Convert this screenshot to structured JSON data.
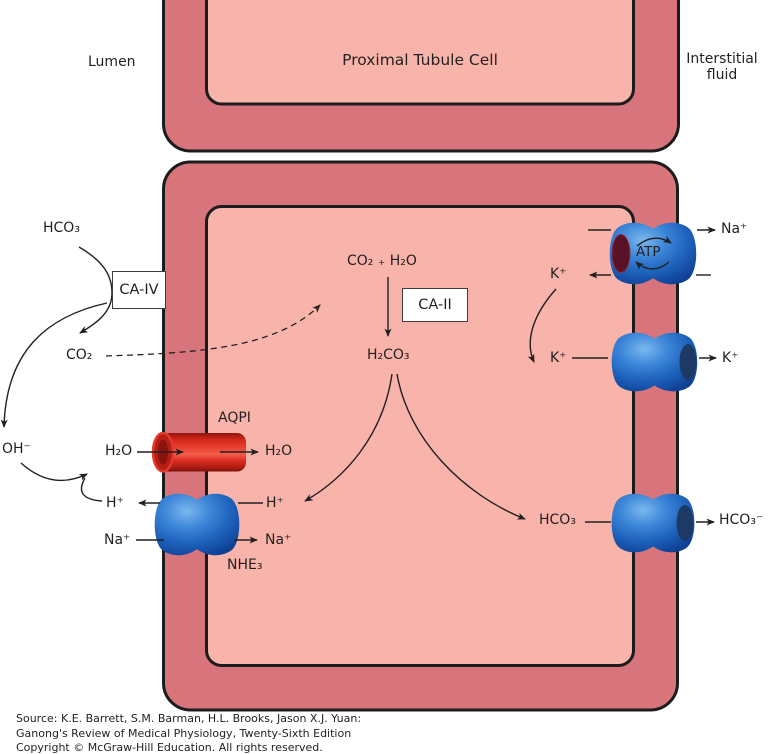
{
  "title": "Proximal Tubule Cell",
  "regions": {
    "lumen": "Lumen",
    "interstitial_fluid": "Interstitial\nfluid"
  },
  "enzymes": {
    "ca_iv": "CA-IV",
    "ca_ii": "CA-II"
  },
  "transporters": {
    "aqp1_label": "AQPI",
    "nhe3_label": "NHE₃",
    "atp_pump_label": "ATP"
  },
  "molecules": {
    "lumen_hco3": "HCO₃",
    "lumen_co2": "CO₂",
    "lumen_oh": "OH⁻",
    "lumen_h2o": "H₂O",
    "lumen_h": "H⁺",
    "lumen_na": "Na⁺",
    "cell_h2o": "H₂O",
    "cell_h": "H⁺",
    "cell_na": "Na⁺",
    "cell_co2_h2o": "CO₂ ₊ H₂O",
    "cell_h2co3": "H₂CO₃",
    "cell_hco3": "HCO₃",
    "cell_k_upper": "K⁺",
    "cell_k_lower": "K⁺",
    "interstitial_na": "Na⁺",
    "interstitial_k": "K⁺",
    "interstitial_hco3": "HCO₃⁻"
  },
  "footer": {
    "line1": "Source: K.E. Barrett, S.M. Barman, H.L. Brooks, Jason X.J. Yuan:",
    "line2": "Ganong's Review of Medical Physiology, Twenty-Sixth Edition",
    "line3": "Copyright © McGraw-Hill Education. All rights reserved."
  },
  "colors": {
    "membrane": "#d8747c",
    "cytoplasm": "#f8b4aa",
    "outline": "#1c1c1c",
    "transporter-blue": "#2a6fc6",
    "channel-red": "#d6271c",
    "pump-cap-maroon": "#5a1226",
    "channel-cap-navy": "#1c3a63",
    "text": "#231f20"
  }
}
